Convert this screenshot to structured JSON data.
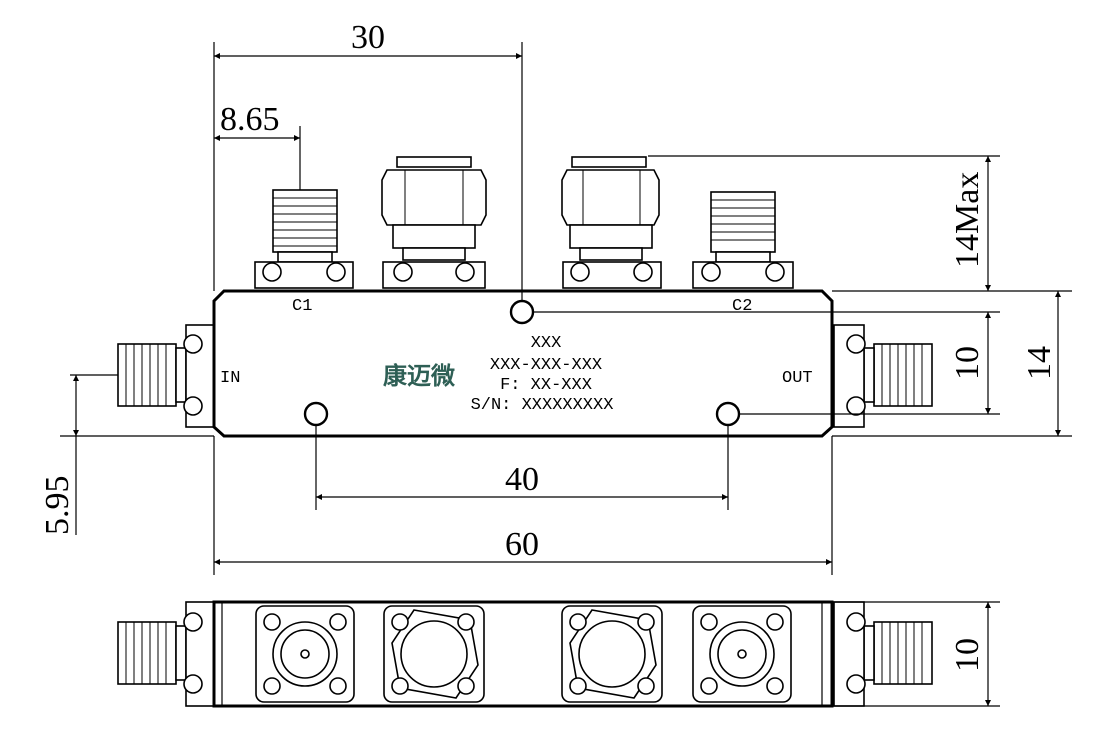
{
  "dimensions": {
    "d30": "30",
    "d865": "8.65",
    "d14max": "14Max",
    "d10_right": "10",
    "d14": "14",
    "d40": "40",
    "d60": "60",
    "d595": "5.95",
    "d10_bottom": "10"
  },
  "ports": {
    "c1": "C1",
    "c2": "C2",
    "in": "IN",
    "out": "OUT"
  },
  "label_plate": {
    "line1": "XXX",
    "line2": "XXX-XXX-XXX",
    "line3": "F: XX-XXX",
    "line4": "S/N: XXXXXXXXX",
    "brand": "康迈微"
  },
  "colors": {
    "brand": "#2e5f55",
    "line": "#000000"
  }
}
